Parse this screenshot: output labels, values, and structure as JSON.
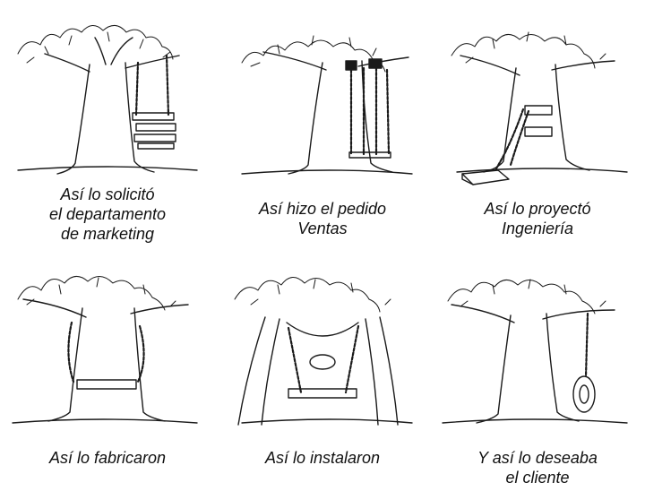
{
  "panels": [
    {
      "id": "marketing",
      "lines": [
        "Así lo solicitó",
        "el departamento",
        "de marketing"
      ]
    },
    {
      "id": "ventas",
      "lines": [
        "Así hizo el pedido",
        "Ventas"
      ]
    },
    {
      "id": "ingenieria",
      "lines": [
        "Así lo proyectó",
        "Ingeniería"
      ]
    },
    {
      "id": "fabricacion",
      "lines": [
        "Así lo fabricaron"
      ]
    },
    {
      "id": "instalacion",
      "lines": [
        "Así lo instalaron"
      ]
    },
    {
      "id": "cliente",
      "lines": [
        "Y así lo deseaba",
        "el cliente"
      ]
    }
  ]
}
